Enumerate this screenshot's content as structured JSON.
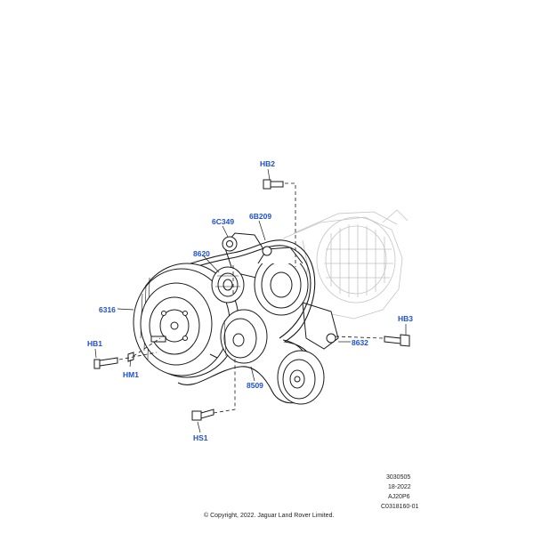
{
  "callouts": {
    "hb2": "HB2",
    "c6349": "6C349",
    "b6209": "6B209",
    "p8620": "8620",
    "p6316": "6316",
    "hb1": "HB1",
    "hm1": "HM1",
    "hb3": "HB3",
    "p8632": "8632",
    "p8509": "8509",
    "hs1": "HS1"
  },
  "reference": {
    "line1": "3030505",
    "line2": "18-2022",
    "line3": "AJ20P6",
    "line4": "C0318160-01"
  },
  "copyright": "© Copyright, 2022. Jaguar Land Rover Limited.",
  "colors": {
    "callout": "#1d4fd0",
    "line": "#1a1a1a",
    "ghost": "#c8c8c8"
  }
}
